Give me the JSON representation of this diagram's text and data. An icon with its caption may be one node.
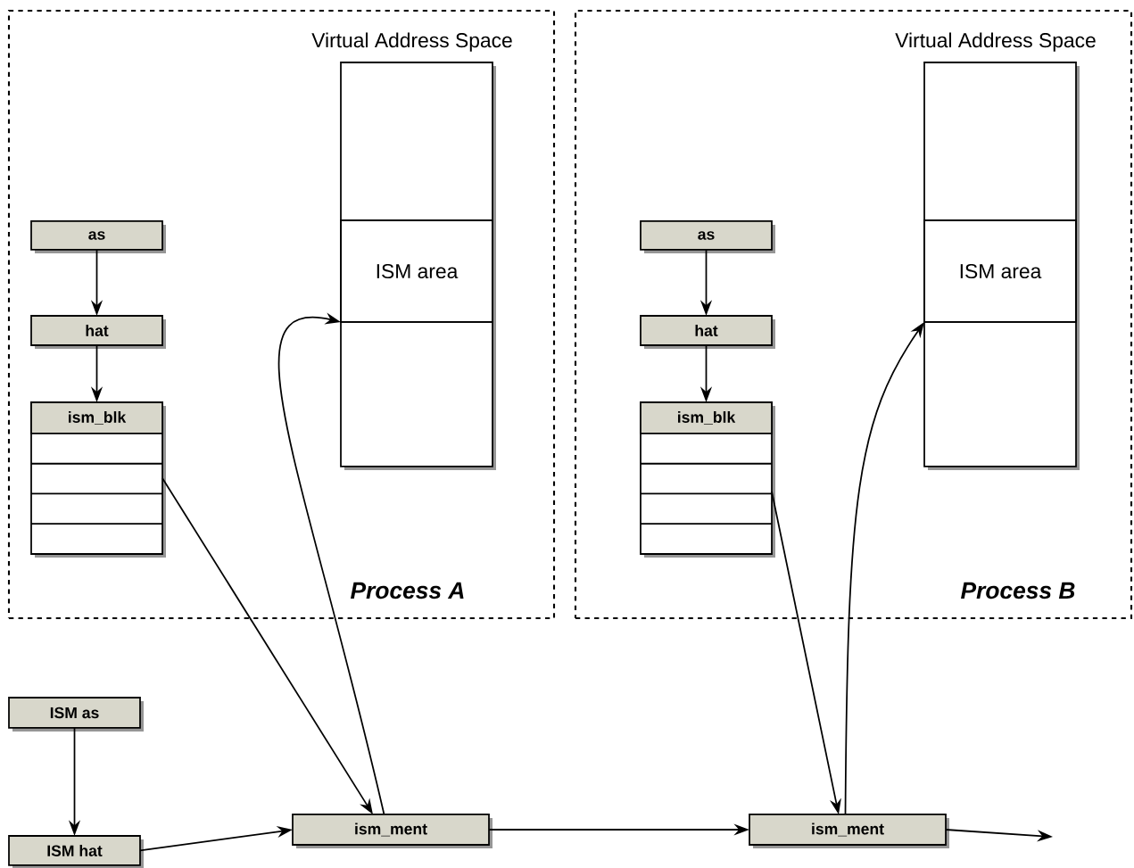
{
  "diagram": {
    "nodes": [
      {
        "text": [
          "Process A"
        ]
      },
      {
        "text": [
          "Virtual Address Space"
        ],
        "in": 0
      },
      {
        "text": [
          "ISM area"
        ],
        "in": 1
      },
      {
        "text": [
          "as"
        ],
        "in": 0
      },
      {
        "text": [
          "hat"
        ],
        "in": 0
      },
      {
        "text": [
          "ism_blk"
        ],
        "in": 0
      },
      {
        "text": [
          "Process B"
        ]
      },
      {
        "text": [
          "Virtual Address Space"
        ],
        "in": 6
      },
      {
        "text": [
          "ISM area"
        ],
        "in": 7
      },
      {
        "text": [
          "as"
        ],
        "in": 6
      },
      {
        "text": [
          "hat"
        ],
        "in": 6
      },
      {
        "text": [
          "ism_blk"
        ],
        "in": 6
      },
      {
        "text": [
          "ISM as"
        ]
      },
      {
        "text": [
          "ISM hat"
        ]
      },
      {
        "text": [
          "ism_ment"
        ]
      },
      {
        "text": [
          "ism_ment"
        ]
      }
    ],
    "edges": [
      {
        "from": 3,
        "to": 4,
        "arrow": "to"
      },
      {
        "from": 4,
        "to": 5,
        "arrow": "to"
      },
      {
        "from": 9,
        "to": 10,
        "arrow": "to"
      },
      {
        "from": 10,
        "to": 11,
        "arrow": "to"
      },
      {
        "from": 12,
        "to": 13,
        "arrow": "to"
      },
      {
        "from": 13,
        "to": 14,
        "arrow": "to"
      },
      {
        "from": 14,
        "to": 15,
        "arrow": "to"
      },
      {
        "from": 15,
        "to": null,
        "arrow": "to"
      },
      {
        "from": 5,
        "to": 14,
        "arrow": "to"
      },
      {
        "from": 14,
        "to": 2,
        "arrow": "to"
      },
      {
        "from": 11,
        "to": 15,
        "arrow": "to"
      },
      {
        "from": 15,
        "to": 8,
        "arrow": "to"
      }
    ]
  }
}
